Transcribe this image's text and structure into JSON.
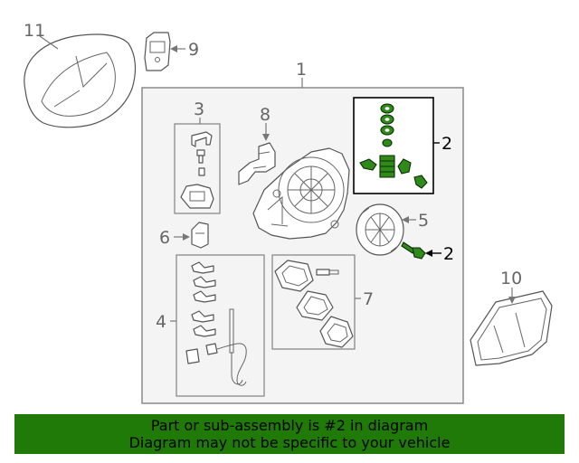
{
  "callouts": {
    "c1": "1",
    "c2a": "2",
    "c2b": "2",
    "c3": "3",
    "c4": "4",
    "c5": "5",
    "c6": "6",
    "c7": "7",
    "c8": "8",
    "c9": "9",
    "c10": "10",
    "c11": "11"
  },
  "banner": {
    "line1": "Part or sub-assembly is #2 in diagram",
    "line2": "Diagram may not be specific to your vehicle"
  },
  "colors": {
    "highlight_part": "#2f8a1a",
    "banner_background": "#1f7a08",
    "outline": "#555555"
  }
}
